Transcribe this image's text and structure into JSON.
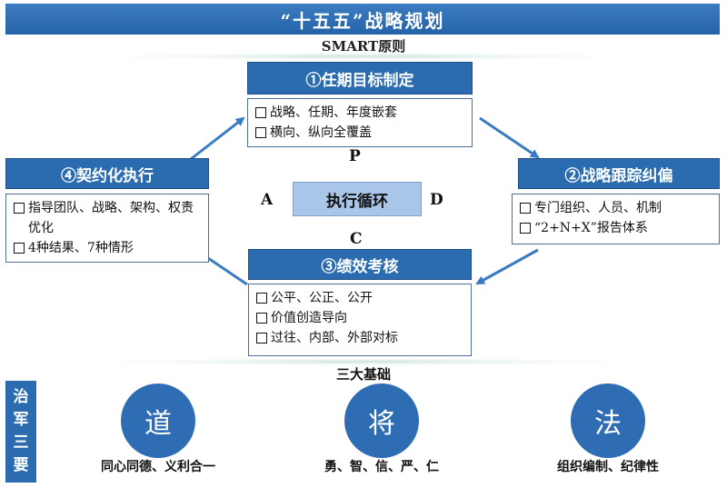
{
  "title": "“十五五”战略规划",
  "smart_label": "SMART原则",
  "steps": {
    "s1": {
      "title": "①任期目标制定",
      "items": [
        "战略、任期、年度嵌套",
        "横向、纵向全覆盖"
      ]
    },
    "s2": {
      "title": "②战略跟踪纠偏",
      "items": [
        "专门组织、人员、机制",
        "“2+N+X”报告体系"
      ]
    },
    "s3": {
      "title": "③绩效考核",
      "items": [
        "公平、公正、公开",
        "价值创造导向",
        "过往、内部、外部对标"
      ]
    },
    "s4": {
      "title": "④契约化执行",
      "items": [
        "指导团队、战略、架构、权责优化",
        "4种结果、7种情形"
      ]
    }
  },
  "pdca": {
    "p": "P",
    "d": "D",
    "c": "C",
    "a": "A"
  },
  "center_label": "执行循环",
  "foundation_label": "三大基础",
  "side_label": [
    "治",
    "军",
    "三",
    "要"
  ],
  "pillars": [
    {
      "char": "道",
      "caption": "同心同德、义利合一"
    },
    {
      "char": "将",
      "caption": "勇、智、信、严、仁"
    },
    {
      "char": "法",
      "caption": "组织编制、纪律性"
    }
  ],
  "colors": {
    "primary": "#2b6cb0",
    "center_box": "#a9c6e8",
    "arrow": "#3a7cc2"
  }
}
